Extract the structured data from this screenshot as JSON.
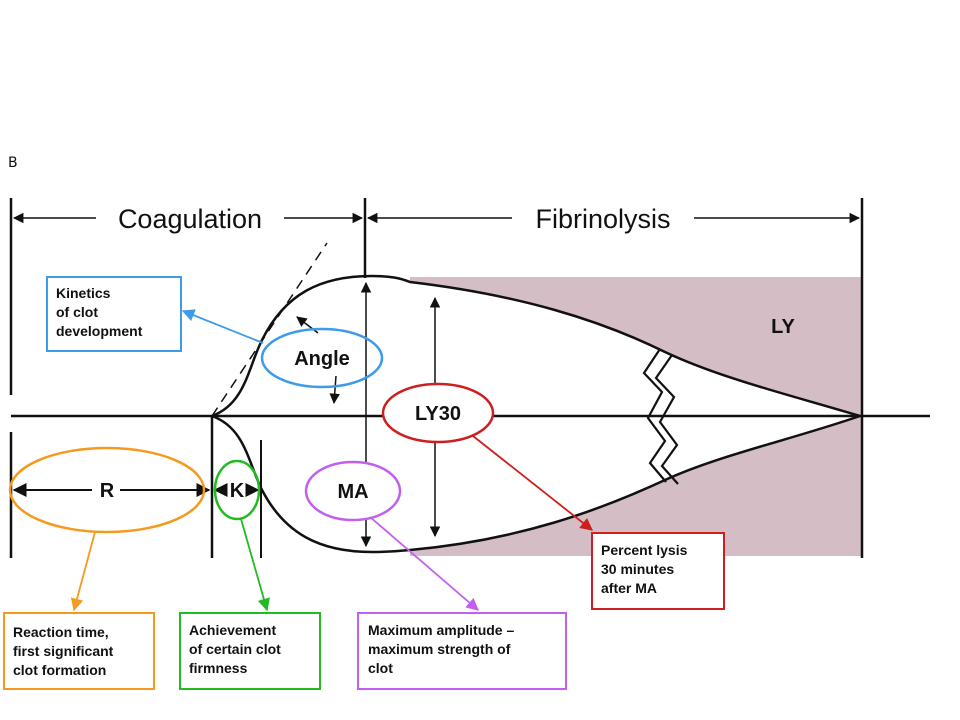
{
  "panel_label": "B",
  "phases": {
    "coagulation": "Coagulation",
    "fibrinolysis": "Fibrinolysis"
  },
  "ovals": {
    "angle": "Angle",
    "ly30": "LY30",
    "r": "R",
    "k": "K",
    "ma": "MA"
  },
  "region_label": "LY",
  "boxes": {
    "kinetics": [
      "Kinetics",
      "of clot",
      "development"
    ],
    "percent_lysis": [
      "Percent lysis",
      "30 minutes",
      "after MA"
    ],
    "reaction_time": [
      "Reaction time,",
      "first significant",
      "clot formation"
    ],
    "achievement": [
      "Achievement",
      "of certain clot",
      "firmness"
    ],
    "max_amplitude": [
      "Maximum amplitude –",
      "maximum strength of",
      "clot"
    ]
  },
  "colors": {
    "blue": "#3d9be9",
    "red": "#cc1f1f",
    "orange": "#f59a1e",
    "green": "#22bb22",
    "purple": "#c15ff0",
    "lysis_fill": "#d4bdc4",
    "line": "#111111"
  }
}
